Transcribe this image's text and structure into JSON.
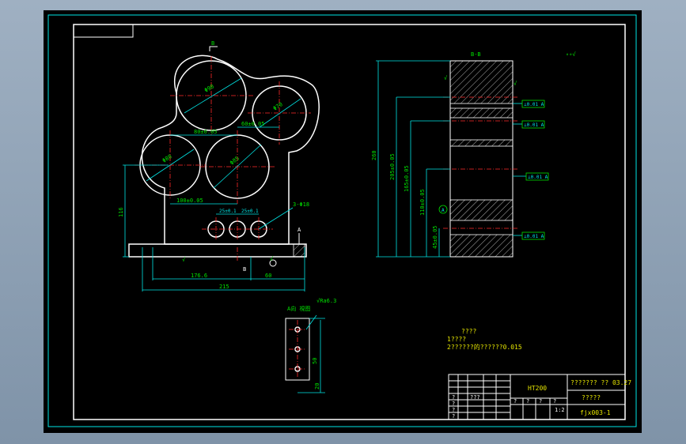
{
  "drawing": {
    "section_title": "B-B",
    "section_marker_top": "B",
    "section_marker_bottom": "B",
    "view_marker_a": "A",
    "a_view_label": "A向 視图",
    "roughness_note": "∘∘√",
    "tech_title": "????",
    "tech_line1": "1????",
    "tech_line2": "2??????的??????0.015",
    "colors": {
      "background": "#000000",
      "border": "#ffffff",
      "dimension": "#00e5e5",
      "annotation": "#00e000",
      "centerline": "#ff2a2a",
      "text_yellow": "#e6e600"
    }
  },
  "title_block": {
    "material": "HT200",
    "title_top": "??????? ?? 03.27",
    "subtitle": "?????",
    "code": "fjx003-1",
    "scale": "1:2",
    "sheet_cells": [
      "?",
      "?",
      "?",
      "?"
    ]
  }
}
